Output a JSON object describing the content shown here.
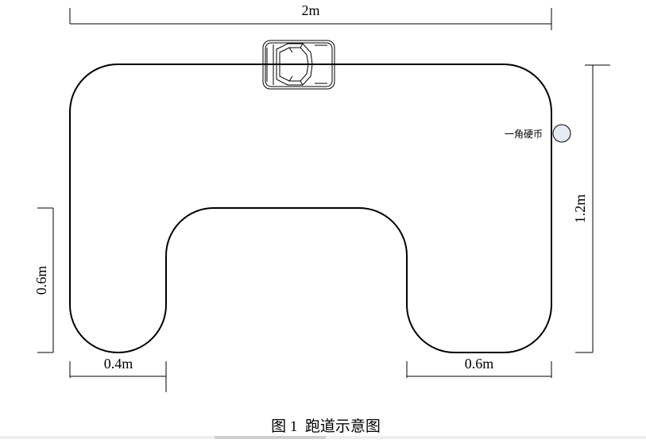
{
  "dimensions": {
    "top_width": "2m",
    "right_height": "1.2m",
    "left_height": "0.6m",
    "bottom_left_width": "0.4m",
    "bottom_right_width": "0.6m"
  },
  "coin_label": "一角硬币",
  "caption": "图 1  跑道示意图",
  "colors": {
    "line": "#000000",
    "coin_fill": "#e6eaf4",
    "background": "#ffffff"
  }
}
